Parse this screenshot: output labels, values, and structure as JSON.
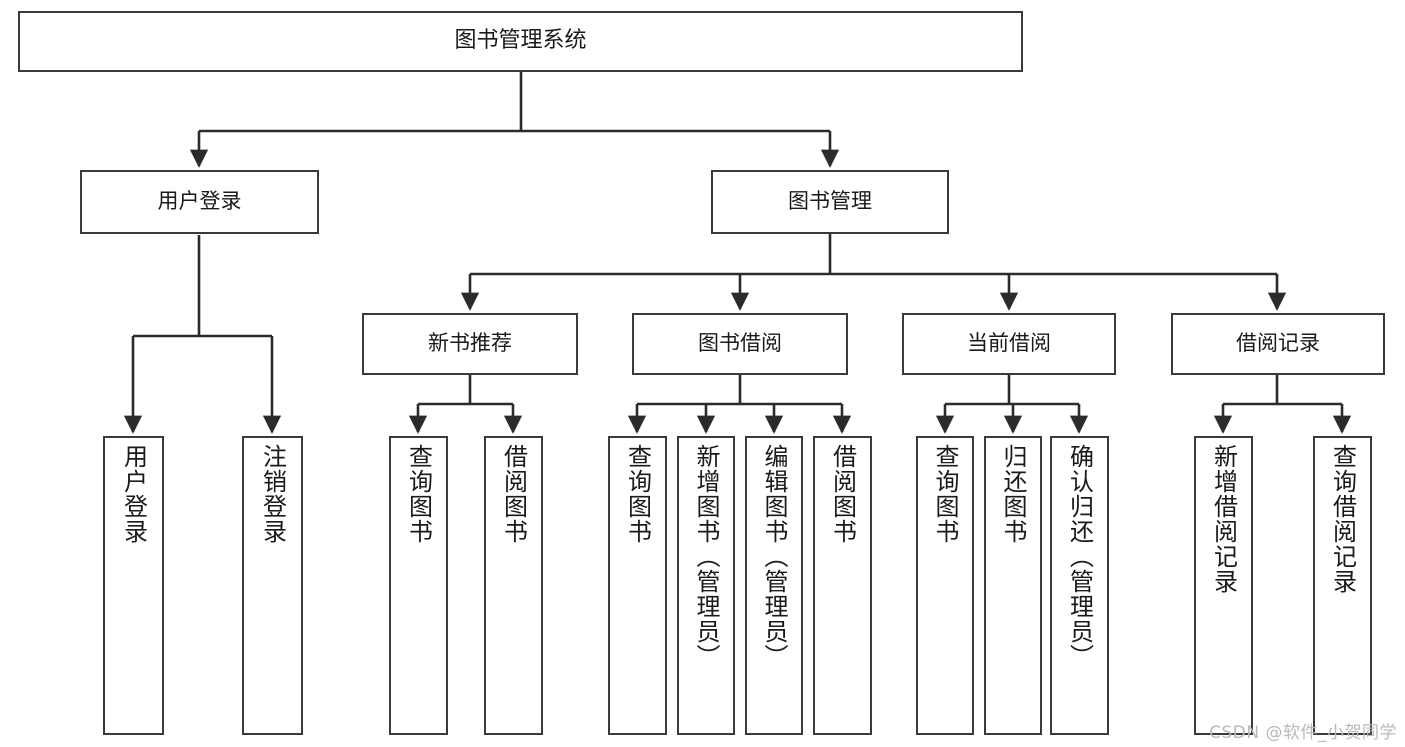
{
  "diagram": {
    "type": "tree-hierarchy-chart",
    "title": "图书管理系统",
    "colors": {
      "box_border": "#3a3a3a",
      "box_fill": "#ffffff",
      "connector": "#2b2b2b",
      "text": "#1a1a1a",
      "watermark": "#b9b9b9",
      "background": "#ffffff"
    },
    "nodes": {
      "root": {
        "label": "图书管理系统"
      },
      "level2": [
        {
          "id": "user-login",
          "label": "用户登录"
        },
        {
          "id": "book-management",
          "label": "图书管理"
        }
      ],
      "level3": [
        {
          "id": "new-book-recommend",
          "label": "新书推荐"
        },
        {
          "id": "book-borrow",
          "label": "图书借阅"
        },
        {
          "id": "current-borrow",
          "label": "当前借阅"
        },
        {
          "id": "borrow-record",
          "label": "借阅记录"
        }
      ],
      "leaves": {
        "user_login": [
          {
            "id": "leaf-user-login",
            "label": "用户登录"
          },
          {
            "id": "leaf-logout-login",
            "label": "注销登录"
          }
        ],
        "new_book_recommend": [
          {
            "id": "leaf-query-book-1",
            "label": "查询图书"
          },
          {
            "id": "leaf-borrow-book-1",
            "label": "借阅图书"
          }
        ],
        "book_borrow": [
          {
            "id": "leaf-query-book-2",
            "label": "查询图书"
          },
          {
            "id": "leaf-add-book",
            "label": "新增图书（管理员）"
          },
          {
            "id": "leaf-edit-book",
            "label": "编辑图书（管理员）"
          },
          {
            "id": "leaf-borrow-book-2",
            "label": "借阅图书"
          }
        ],
        "current_borrow": [
          {
            "id": "leaf-query-book-3",
            "label": "查询图书"
          },
          {
            "id": "leaf-return-book",
            "label": "归还图书"
          },
          {
            "id": "leaf-confirm-return",
            "label": "确认归还（管理员）"
          }
        ],
        "borrow_record": [
          {
            "id": "leaf-add-record",
            "label": "新增借阅记录"
          },
          {
            "id": "leaf-query-record",
            "label": "查询借阅记录"
          }
        ]
      }
    },
    "watermark": "CSDN @软件_小贺同学"
  }
}
